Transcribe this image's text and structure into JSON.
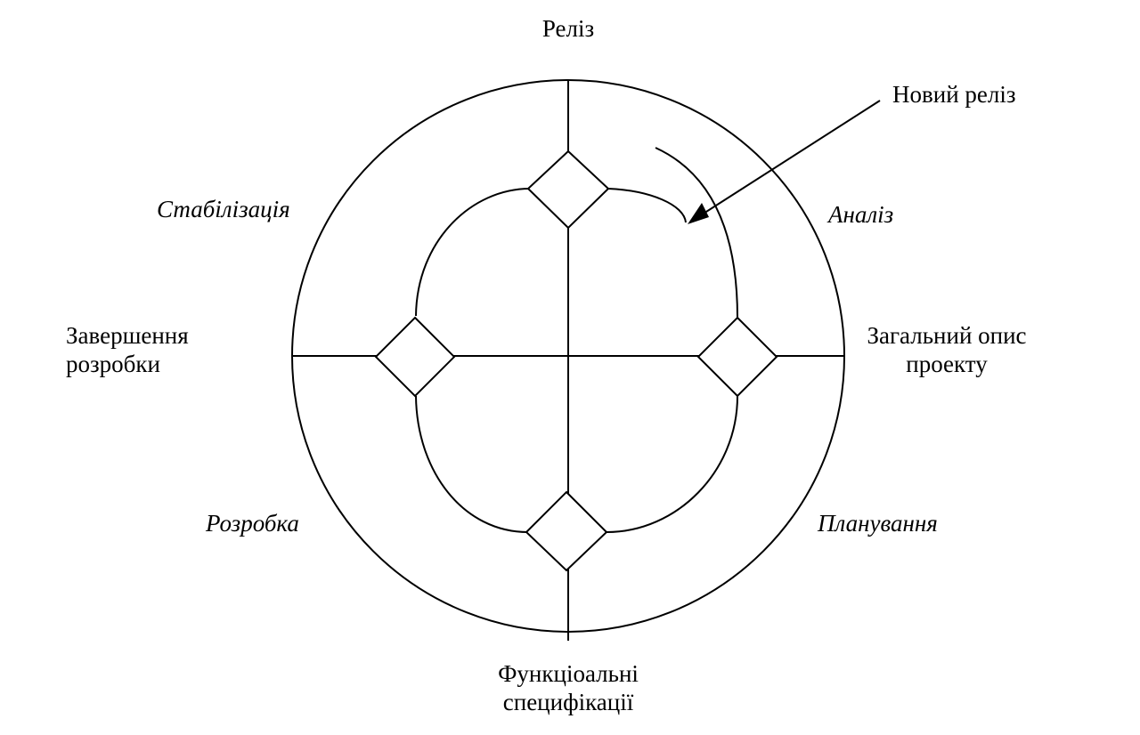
{
  "labels": {
    "release": "Реліз",
    "new_release": "Новий реліз",
    "stabilization": "Стабілізація",
    "analysis": "Аналіз",
    "dev_completion_line1": "Завершення",
    "dev_completion_line2": "розробки",
    "overview_line1": "Загальний опис",
    "overview_line2": "проекту",
    "development": "Розробка",
    "planning": "Планування",
    "func_spec_line1": "Функціоальні",
    "func_spec_line2": "специфікації"
  }
}
